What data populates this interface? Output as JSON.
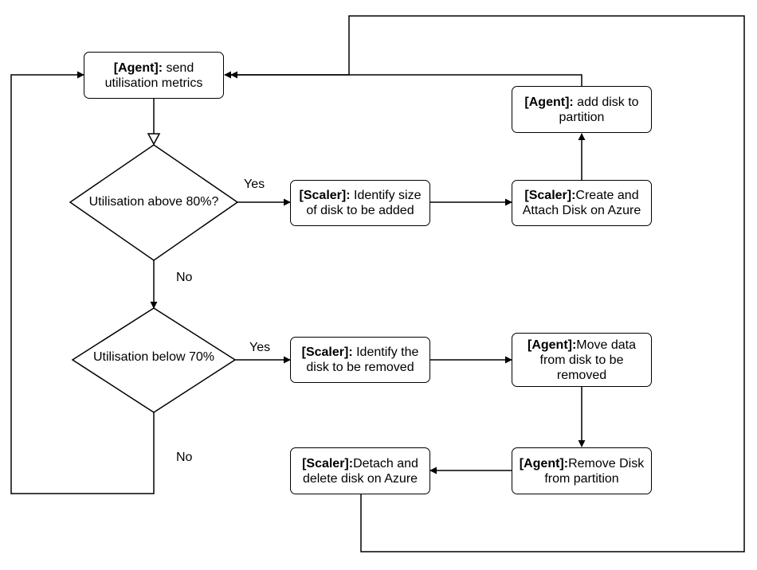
{
  "nodes": {
    "send_metrics": {
      "role": "[Agent]:",
      "text_1": " send",
      "text_2": "utilisation metrics"
    },
    "decision_above": {
      "text": "Utilisation above 80%?"
    },
    "decision_below": {
      "text": "Utilisation below 70%"
    },
    "identify_size": {
      "role": "[Scaler]:",
      "text_1": " Identify size",
      "text_2": "of disk to be added"
    },
    "create_attach": {
      "role": "[Scaler]:",
      "text_1": "Create and",
      "text_2": "Attach Disk on Azure"
    },
    "add_disk": {
      "role": "[Agent]:",
      "text_1": " add disk to",
      "text_2": "partition"
    },
    "identify_remove": {
      "role": "[Scaler]:",
      "text_1": " Identify the",
      "text_2": "disk to be removed"
    },
    "move_data": {
      "role": "[Agent]:",
      "text_1": "Move data",
      "text_2": "from disk to be",
      "text_3": "removed"
    },
    "remove_disk": {
      "role": "[Agent]:",
      "text_1": "Remove Disk",
      "text_2": "from partition"
    },
    "detach_delete": {
      "role": "[Scaler]:",
      "text_1": "Detach and",
      "text_2": "delete disk on Azure"
    }
  },
  "edge_labels": {
    "above_yes": "Yes",
    "above_no": "No",
    "below_yes": "Yes",
    "below_no": "No"
  },
  "colors": {
    "stroke": "#000000",
    "fill": "#ffffff",
    "text": "#000000"
  }
}
